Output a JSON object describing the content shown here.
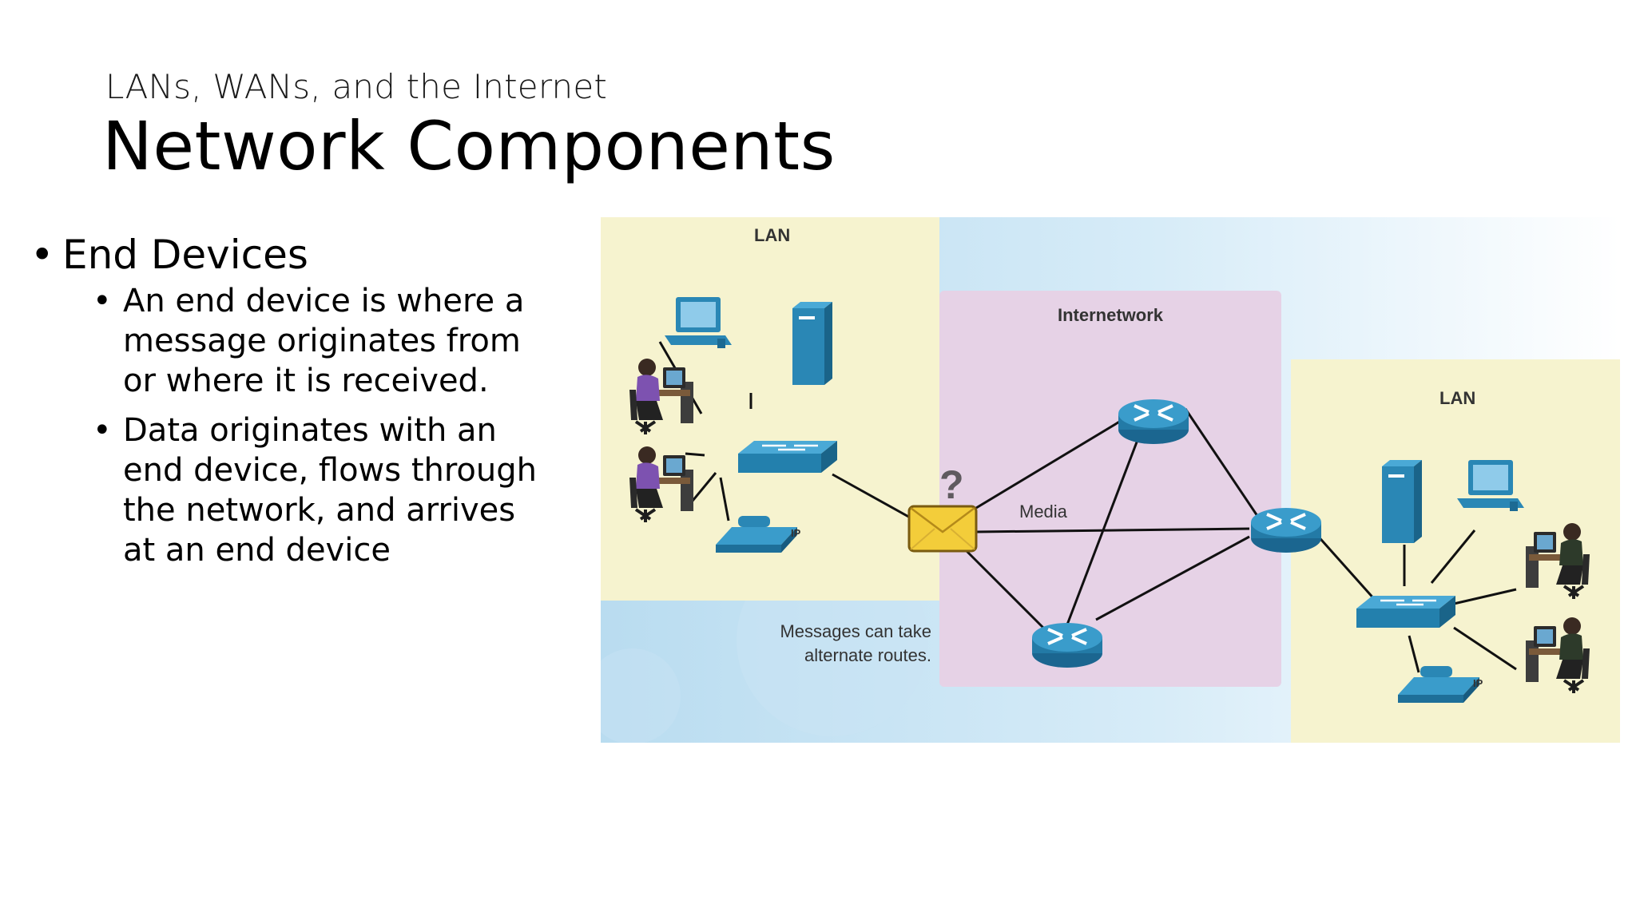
{
  "header": {
    "subtitle": "LANs, WANs, and the Internet",
    "title": "Network Components"
  },
  "content": {
    "bullet_main": "End Devices",
    "sub_bullets": [
      "An end device is where a message originates from or where it is received.",
      "Data originates with an end device, flows through the network, and arrives at an end device"
    ]
  },
  "diagram": {
    "lan_left_label": "LAN",
    "internetwork_label": "Internetwork",
    "lan_right_label": "LAN",
    "media_label": "Media",
    "caption_line1": "Messages can take",
    "caption_line2": "alternate routes.",
    "question_mark": "?",
    "ip_label": "IP",
    "colors": {
      "lan_bg": "#f6f3cf",
      "internetwork_bg": "#e6d2e6",
      "device_blue": "#2a87b5",
      "envelope": "#f3cd3a",
      "sky": "#cfe7f5"
    }
  }
}
